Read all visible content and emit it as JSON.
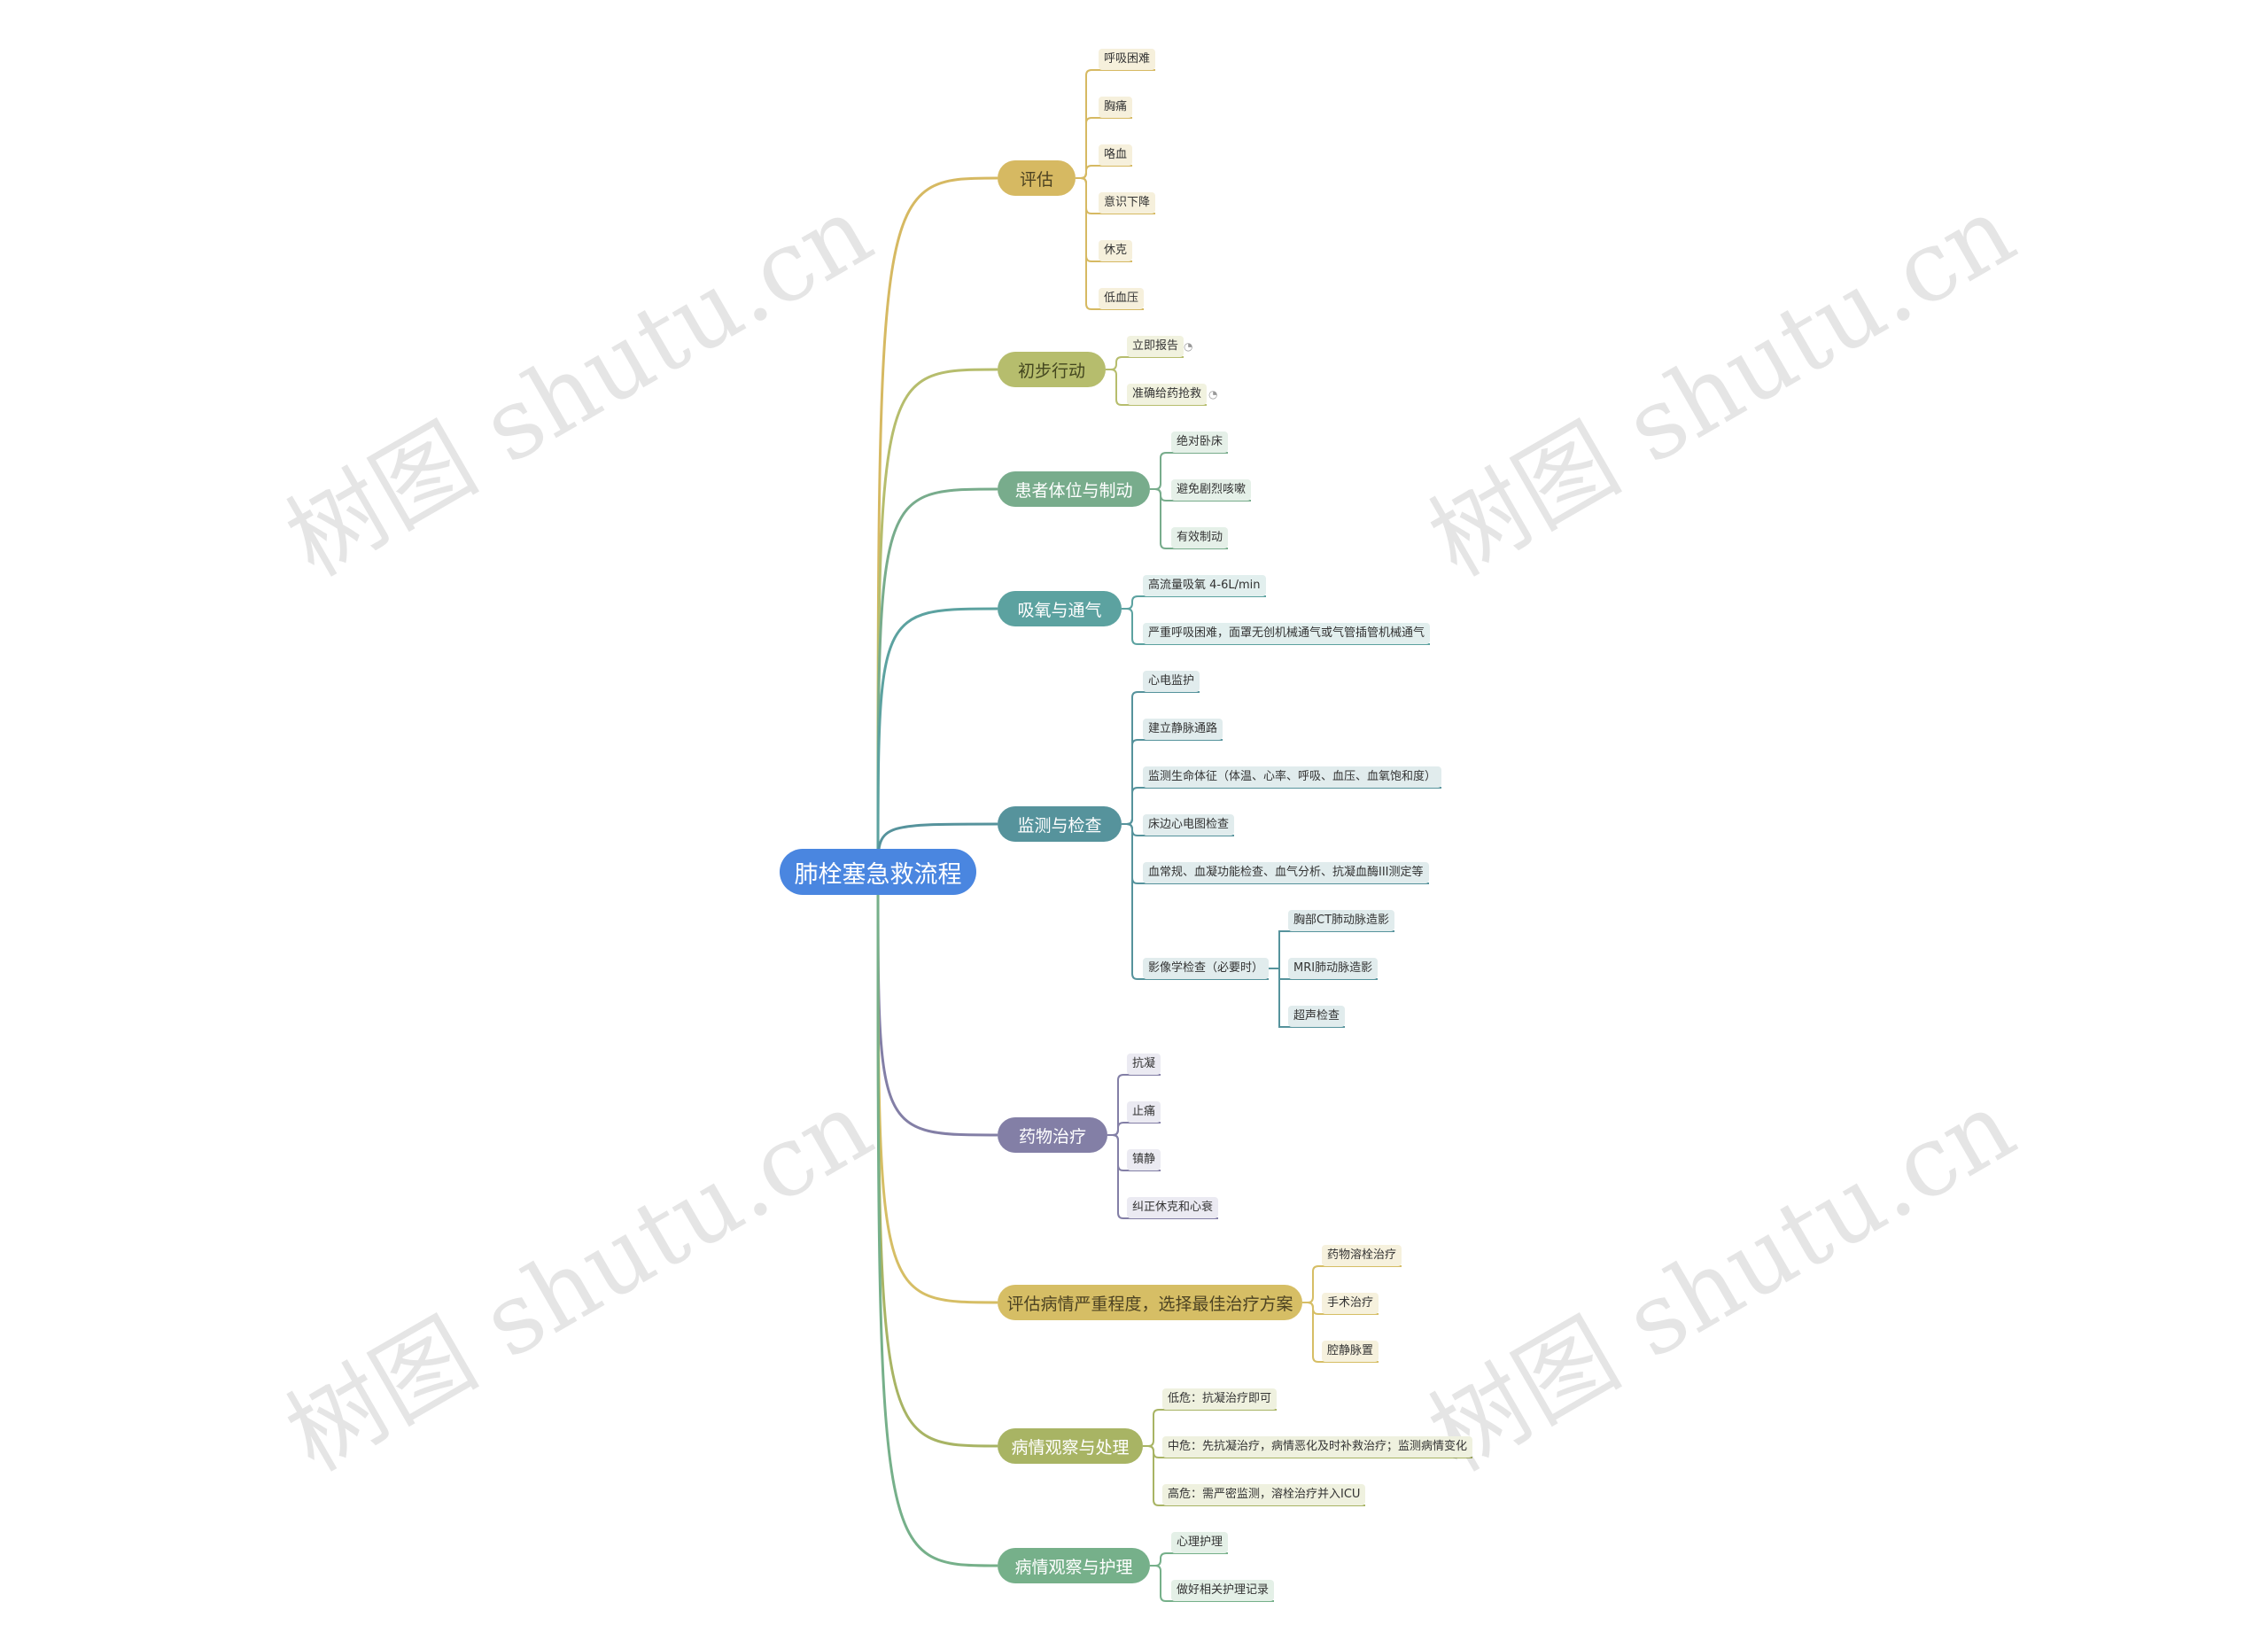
{
  "root": {
    "label": "肺栓塞急救流程"
  },
  "watermark": "树图 shutu.cn",
  "colors": {
    "root": "#4a86e0",
    "assess": "#d6b962",
    "init": "#b6bd6d",
    "position": "#78ac8c",
    "oxygen": "#5ca2a0",
    "monitor": "#56939c",
    "drug": "#837fa6",
    "plan": "#d6be65",
    "severity": "#a8b464",
    "followup": "#76b08a"
  },
  "branches": [
    {
      "label": "评估",
      "leaves": [
        "呼吸困难",
        "胸痛",
        "咯血",
        "意识下降",
        "休克",
        "低血压"
      ]
    },
    {
      "label": "初步行动",
      "leaves": [
        "立即报告",
        "准确给药抢救"
      ]
    },
    {
      "label": "患者体位与制动",
      "leaves": [
        "绝对卧床",
        "避免剧烈咳嗽",
        "有效制动"
      ]
    },
    {
      "label": "吸氧与通气",
      "leaves": [
        "高流量吸氧 4-6L/min",
        "严重呼吸困难，面罩无创机械通气或气管插管机械通气"
      ]
    },
    {
      "label": "监测与检查",
      "leaves": [
        "心电监护",
        "建立静脉通路",
        "监测生命体征（体温、心率、呼吸、血压、血氧饱和度）",
        "床边心电图检查",
        "血常规、血凝功能检查、血气分析、抗凝血酶III测定等"
      ],
      "sub": {
        "label": "影像学检查（必要时）",
        "leaves": [
          "胸部CT肺动脉造影",
          "MRI肺动脉造影",
          "超声检查"
        ]
      }
    },
    {
      "label": "药物治疗",
      "leaves": [
        "抗凝",
        "止痛",
        "镇静",
        "纠正休克和心衰"
      ]
    },
    {
      "label": "评估病情严重程度，选择最佳治疗方案",
      "leaves": [
        "药物溶栓治疗",
        "手术治疗",
        "腔静脉置"
      ]
    },
    {
      "label": "病情观察与处理",
      "leaves": [
        "低危：抗凝治疗即可",
        "中危：先抗凝治疗，病情恶化及时补救治疗；监测病情变化",
        "高危：需严密监测，溶栓治疗并入ICU"
      ]
    },
    {
      "label": "病情观察与护理",
      "leaves": [
        "心理护理",
        "做好相关护理记录"
      ]
    }
  ]
}
